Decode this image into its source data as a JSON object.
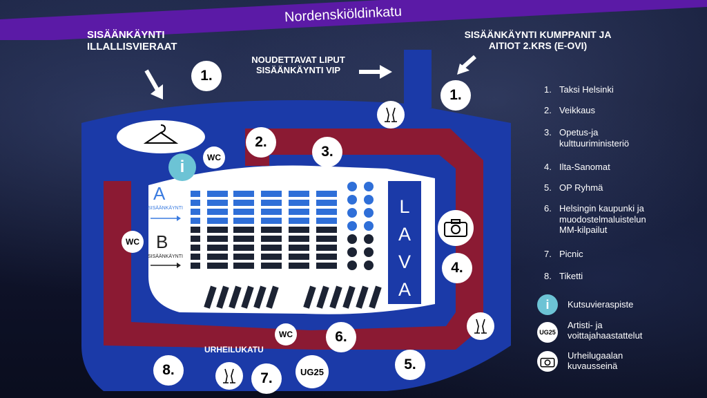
{
  "street_top": "Nordenskiöldinkatu",
  "entrances": {
    "dinner_guests": "SISÄÄNKÄYNTI\nILLALLISVIERAAT",
    "tickets_vip": "NOUDETTAVAT LIPUT\nSISÄÄNKÄYNTI VIP",
    "partners": "SISÄÄNKÄYNTI KUMPPANIT JA\nAITIOT 2.KRS (E-OVI)"
  },
  "street_bottom": "URHEILUKATU",
  "stage_letters": [
    "L",
    "A",
    "V",
    "A"
  ],
  "zones": {
    "a_letter": "A",
    "a_label": "SISÄÄNKÄYNTI",
    "b_letter": "B",
    "b_label": "SISÄÄNKÄYNTI"
  },
  "wc_label": "WC",
  "info_glyph": "i",
  "ug25_label": "UG25",
  "map_numbers": {
    "n1a": "1.",
    "n1b": "1.",
    "n2": "2.",
    "n3": "3.",
    "n4": "4.",
    "n5": "5.",
    "n6": "6.",
    "n7": "7.",
    "n8": "8."
  },
  "legend": {
    "numbered": [
      {
        "n": "1.",
        "label": "Taksi Helsinki"
      },
      {
        "n": "2.",
        "label": "Veikkaus"
      },
      {
        "n": "3.",
        "label": "Opetus-ja\nkulttuuriministeriö"
      },
      {
        "n": "4.",
        "label": "Ilta-Sanomat"
      },
      {
        "n": "5.",
        "label": "OP Ryhmä"
      },
      {
        "n": "6.",
        "label": "Helsingin kaupunki ja\nmuodostelmaluistelun\nMM-kilpailut"
      },
      {
        "n": "7.",
        "label": "Picnic"
      },
      {
        "n": "8.",
        "label": "Tiketti"
      }
    ],
    "info": "Kutsuvieraspiste",
    "interviews": "Artisti- ja\nvoittajahaastattelut",
    "photo_wall": "Urheilugaalan\nkuvausseinä"
  },
  "colors": {
    "arena_blue": "#1b3aa8",
    "corridor_red": "#8b1a33",
    "street_purple": "#5b1aa6",
    "info_teal": "#6cc3d5"
  }
}
